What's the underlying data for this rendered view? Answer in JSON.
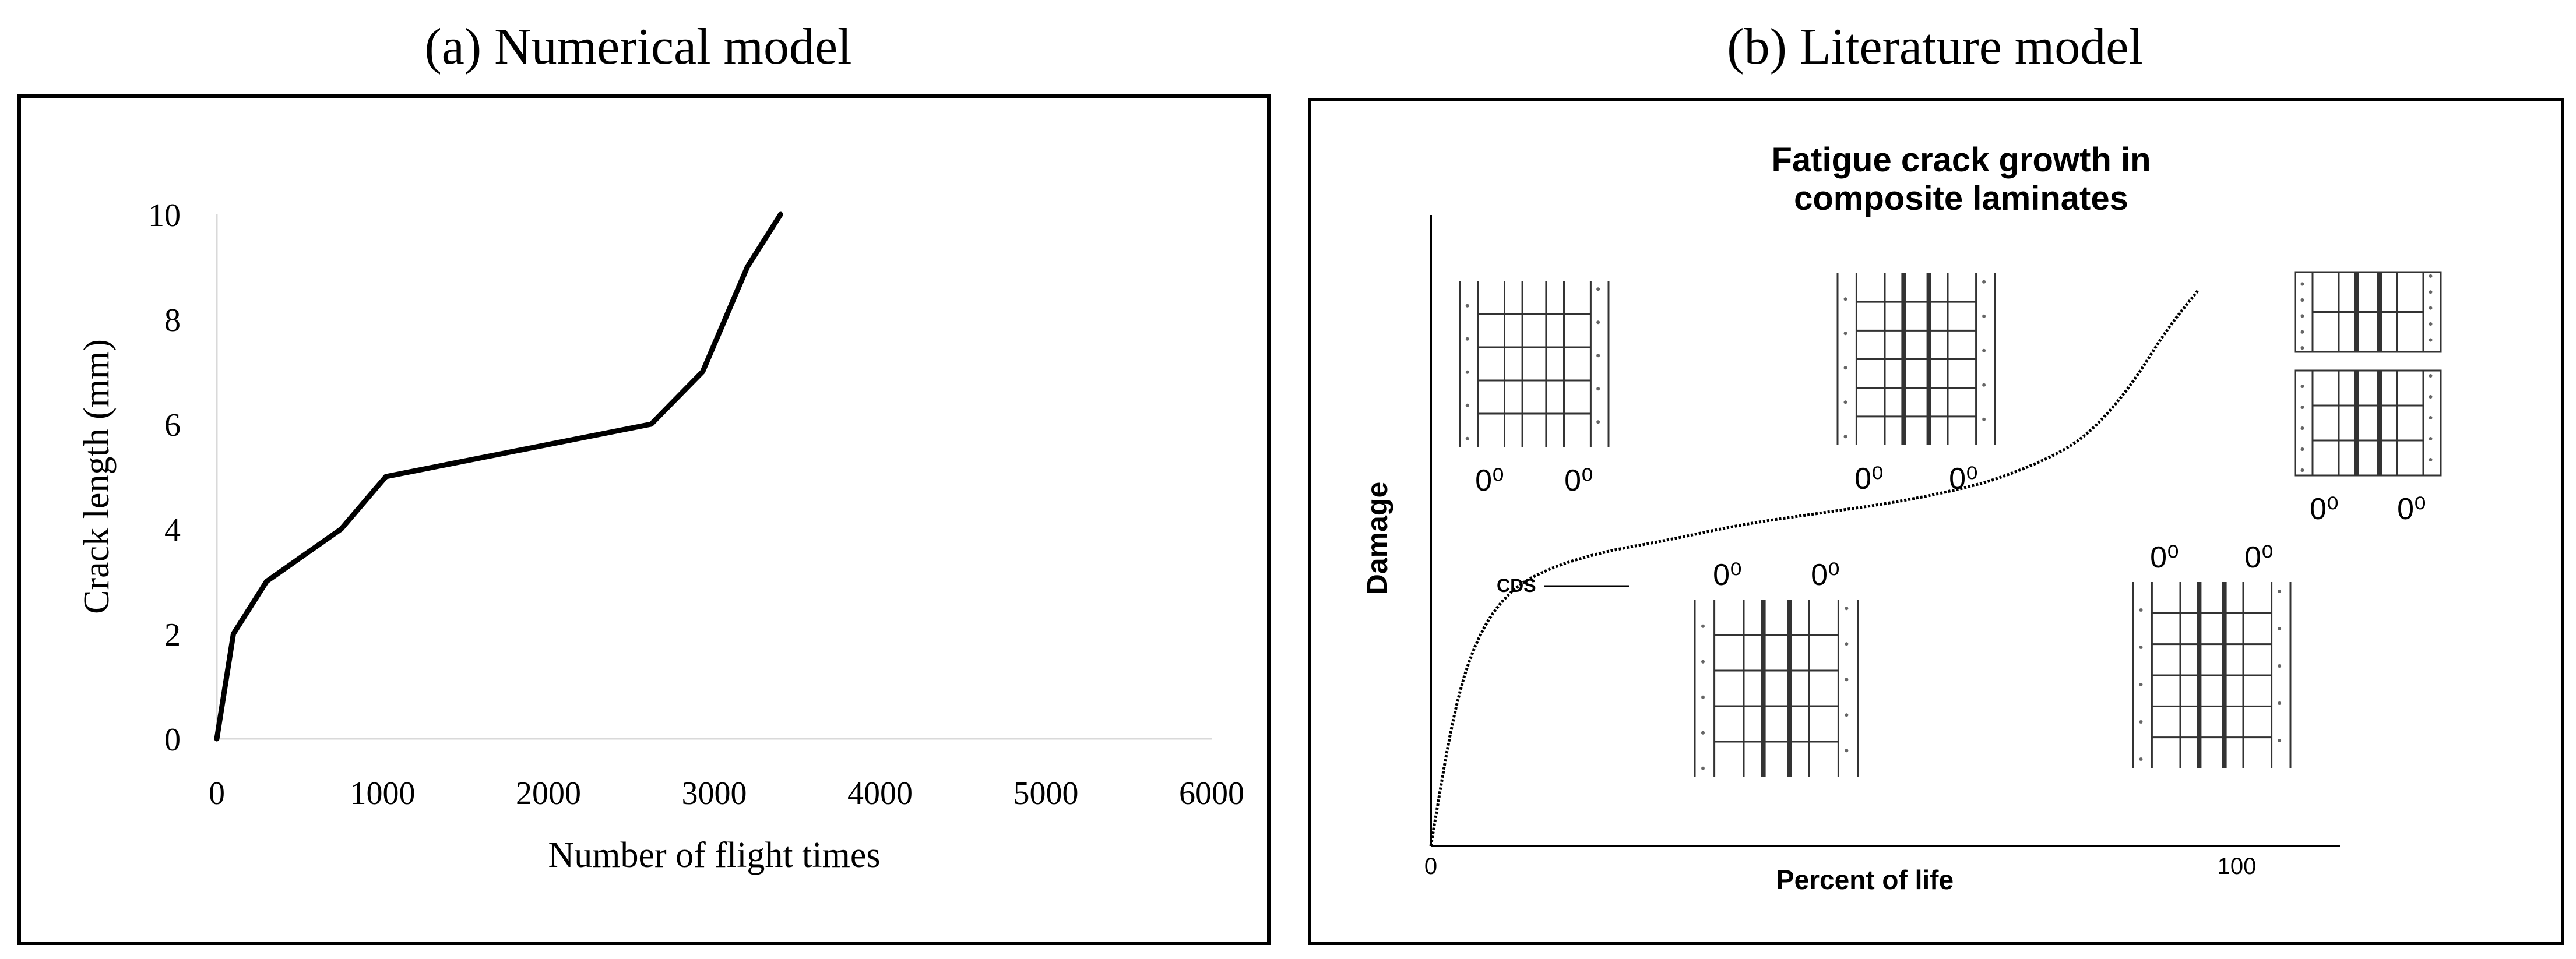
{
  "panels": {
    "a_title": "(a) Numerical model",
    "b_title": "(b) Literature model"
  },
  "chart_data": [
    {
      "type": "line",
      "title": "",
      "xlabel": "Number of flight times",
      "ylabel": "Crack length (mm)",
      "xlim": [
        0,
        6000
      ],
      "ylim": [
        0,
        10
      ],
      "x_ticks": [
        0,
        1000,
        2000,
        3000,
        4000,
        5000,
        6000
      ],
      "y_ticks": [
        0,
        2,
        4,
        6,
        8,
        10
      ],
      "grid": false,
      "series": [
        {
          "x": [
            0,
            100,
            300,
            750,
            1020,
            2620,
            2930,
            3200,
            3400
          ],
          "y": [
            0,
            2,
            3,
            4,
            5,
            6,
            7,
            9,
            10
          ]
        }
      ]
    },
    {
      "type": "line",
      "title": "Fatigue crack growth in composite laminates",
      "xlabel": "Percent of life",
      "ylabel": "Damage",
      "x_tick_labels": [
        "0",
        "100"
      ],
      "annotations": [
        "CDS",
        "0⁰"
      ],
      "grid": false,
      "series": [
        {
          "x": [
            0,
            3,
            6,
            10,
            15,
            22,
            30,
            40,
            50,
            60,
            70,
            76,
            82,
            86,
            90,
            94,
            98
          ],
          "y": [
            0,
            25,
            38,
            46,
            50,
            53,
            55,
            58,
            60,
            62,
            65,
            68,
            72,
            77,
            84,
            93,
            100
          ]
        }
      ]
    }
  ]
}
